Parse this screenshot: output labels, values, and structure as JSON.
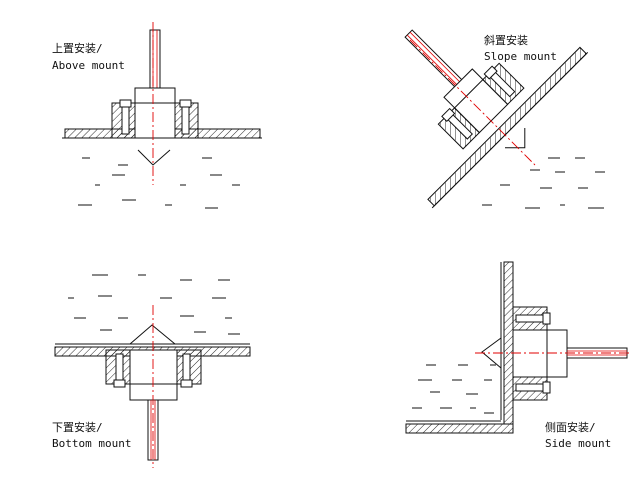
{
  "mounts": {
    "above": {
      "zh": "上置安装/",
      "en": "Above mount"
    },
    "slope": {
      "zh": "斜置安装",
      "en": "Slope mount"
    },
    "bottom": {
      "zh": "下置安装/",
      "en": "Bottom mount"
    },
    "side": {
      "zh": "侧面安装/",
      "en": "Side mount"
    }
  },
  "colors": {
    "line": "#111111",
    "centerline": "#e00000",
    "background": "#ffffff"
  }
}
